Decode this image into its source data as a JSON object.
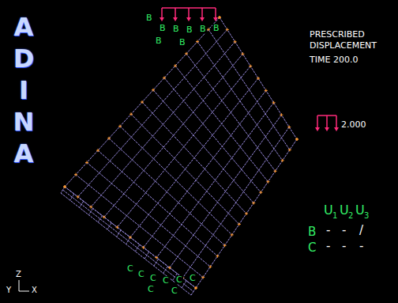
{
  "diagram": {
    "labels": [
      "ADINA",
      "PRESCRIBED",
      "DISPLACEMENT",
      "TIME 200.0",
      "2.000",
      "B",
      "B",
      "B",
      "B",
      "B",
      "B",
      "B",
      "B",
      "C",
      "C",
      "C",
      "C",
      "C",
      "C",
      "C",
      "C",
      "U",
      "1",
      "U",
      "2",
      "U",
      "3",
      "B",
      "-",
      "-",
      "/",
      "C",
      "-",
      "-",
      "-",
      "Y",
      "Z",
      "X"
    ]
  }
}
